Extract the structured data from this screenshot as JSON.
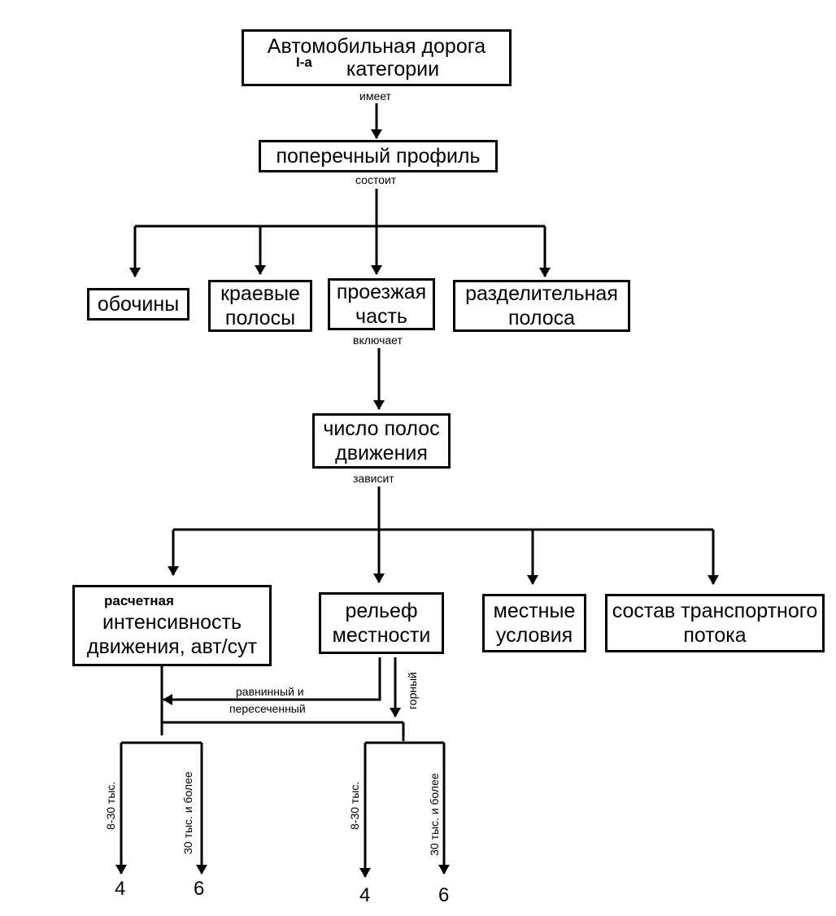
{
  "nodes": {
    "road": {
      "line1": "Автомобильная дорога",
      "prefix": "I-а",
      "line2": "категории"
    },
    "profile": {
      "label": "поперечный профиль"
    },
    "shoulders": {
      "label": "обочины"
    },
    "edge_strips": {
      "line1": "краевые",
      "line2": "полосы"
    },
    "carriageway": {
      "line1": "проезжая",
      "line2": "часть"
    },
    "median": {
      "line1": "разделительная",
      "line2": "полоса"
    },
    "lanes": {
      "line1": "число полос",
      "line2": "движения"
    },
    "intensity": {
      "line1": "расчетная",
      "line2": "интенсивность",
      "line3": "движения, авт/сут"
    },
    "relief": {
      "line1": "рельеф",
      "line2": "местности"
    },
    "local": {
      "line1": "местные",
      "line2": "условия"
    },
    "traffic": {
      "line1": "состав транспортного",
      "line2": "потока"
    }
  },
  "relations": {
    "has": "имеет",
    "consists": "состоит",
    "includes": "включает",
    "depends": "зависит"
  },
  "branches": {
    "flat_line1": "равнинный и",
    "flat_line2": "пересеченный",
    "mountain": "горный",
    "left_low": "8-30 тыс.",
    "left_high": "30 тыс. и более",
    "right_low": "8-30 тыс.",
    "right_high": "30 тыс. и более"
  },
  "results": {
    "left_low": "4",
    "left_high": "6",
    "right_low": "4",
    "right_high": "6"
  }
}
